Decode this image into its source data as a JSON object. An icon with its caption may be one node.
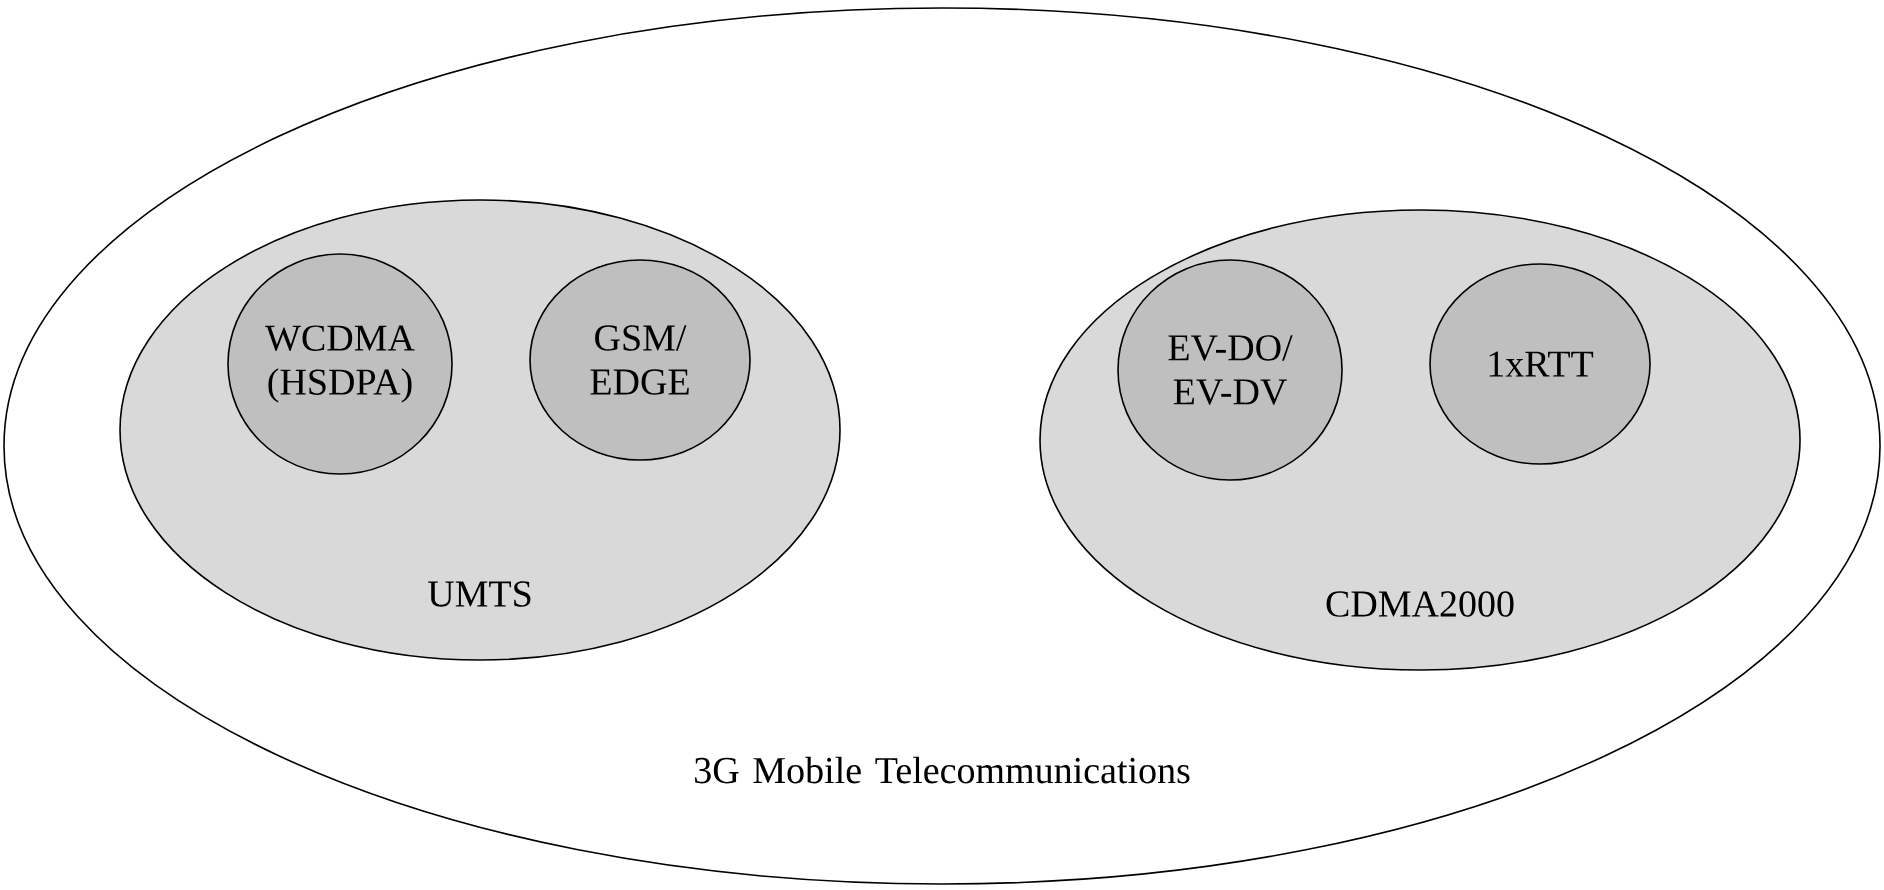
{
  "diagram": {
    "nodes": [
      {
        "text": [
          "3G Mobile Telecommunications"
        ]
      },
      {
        "text": [
          "UMTS"
        ],
        "in": 0
      },
      {
        "text": [
          "WCDMA (HSDPA)"
        ],
        "in": 1
      },
      {
        "text": [
          "GSM/ EDGE"
        ],
        "in": 1
      },
      {
        "text": [
          "CDMA2000"
        ],
        "in": 0
      },
      {
        "text": [
          "EV-DO/ EV-DV"
        ],
        "in": 4
      },
      {
        "text": [
          "1xRTT"
        ],
        "in": 4
      }
    ]
  }
}
